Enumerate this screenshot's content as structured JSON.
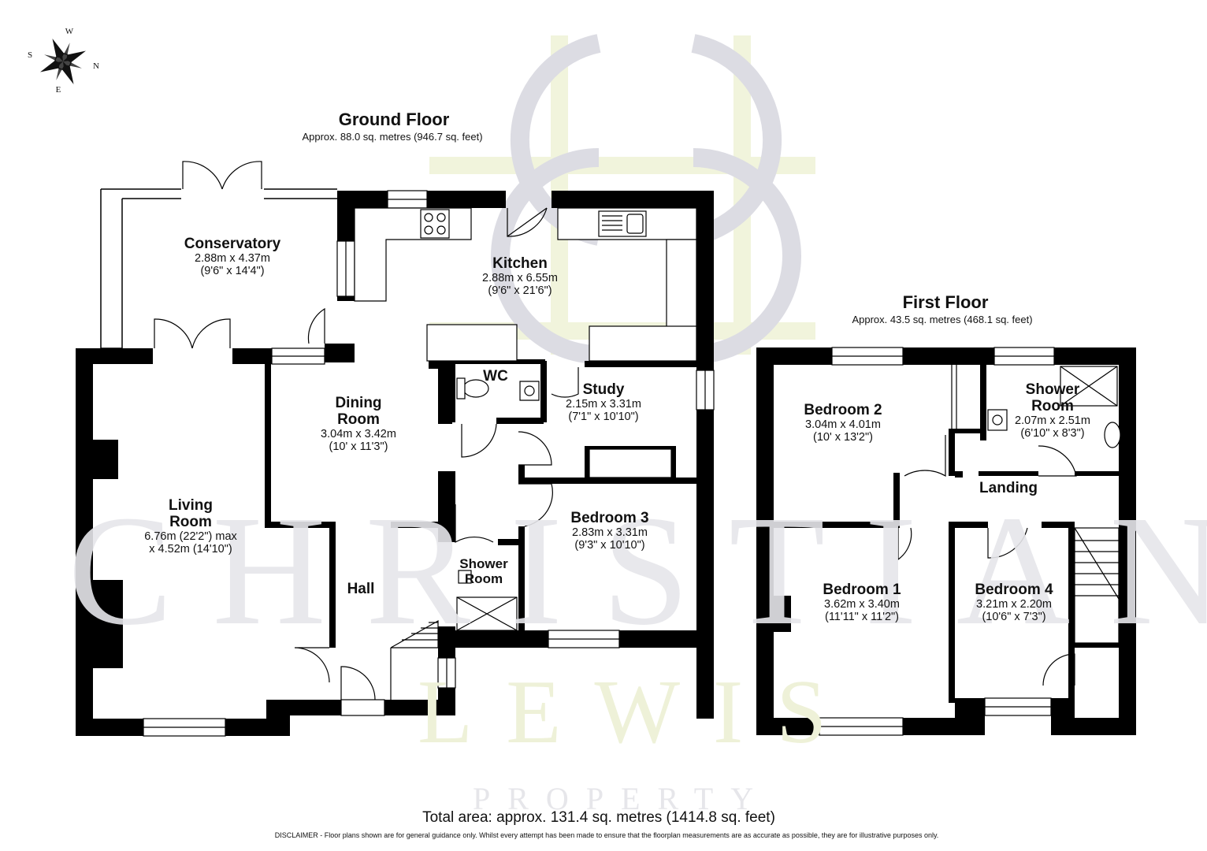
{
  "compass": {
    "icon": "compass-rose-icon",
    "n": "N",
    "s": "S",
    "e": "E",
    "w": "W"
  },
  "watermark": {
    "name": "CHRISTIAN",
    "sub": "LEWIS",
    "tag": "PROPERTY"
  },
  "ground_floor": {
    "title": "Ground Floor",
    "area": "Approx. 88.0 sq. metres (946.7 sq. feet)",
    "rooms": {
      "conservatory": {
        "name": "Conservatory",
        "dim1": "2.88m x 4.37m",
        "dim2": "(9'6\" x 14'4\")"
      },
      "kitchen": {
        "name": "Kitchen",
        "dim1": "2.88m x 6.55m",
        "dim2": "(9'6\" x 21'6\")"
      },
      "wc": {
        "name": "WC"
      },
      "study": {
        "name": "Study",
        "dim1": "2.15m x 3.31m",
        "dim2": "(7'1\" x 10'10\")"
      },
      "dining": {
        "name1": "Dining",
        "name2": "Room",
        "dim1": "3.04m x 3.42m",
        "dim2": "(10' x 11'3\")"
      },
      "living": {
        "name1": "Living",
        "name2": "Room",
        "dim1": "6.76m (22'2\") max",
        "dim2": "x 4.52m (14'10\")"
      },
      "bedroom3": {
        "name": "Bedroom 3",
        "dim1": "2.83m x 3.31m",
        "dim2": "(9'3\" x 10'10\")"
      },
      "shower": {
        "name1": "Shower",
        "name2": "Room"
      },
      "hall": {
        "name": "Hall"
      }
    }
  },
  "first_floor": {
    "title": "First Floor",
    "area": "Approx. 43.5 sq. metres (468.1 sq. feet)",
    "rooms": {
      "bedroom2": {
        "name": "Bedroom 2",
        "dim1": "3.04m x 4.01m",
        "dim2": "(10' x 13'2\")"
      },
      "shower": {
        "name1": "Shower",
        "name2": "Room",
        "dim1": "2.07m x 2.51m",
        "dim2": "(6'10\" x 8'3\")"
      },
      "landing": {
        "name": "Landing"
      },
      "bedroom1": {
        "name": "Bedroom 1",
        "dim1": "3.62m x 3.40m",
        "dim2": "(11'11\" x 11'2\")"
      },
      "bedroom4": {
        "name": "Bedroom 4",
        "dim1": "3.21m x 2.20m",
        "dim2": "(10'6\" x 7'3\")"
      }
    }
  },
  "total_area": "Total area: approx. 131.4 sq. metres (1414.8 sq. feet)",
  "disclaimer": "DISCLAIMER -  Floor plans shown are for general guidance only. Whilst every attempt has been made to ensure that the floorplan measurements are as accurate as possible, they are for illustrative purposes only."
}
